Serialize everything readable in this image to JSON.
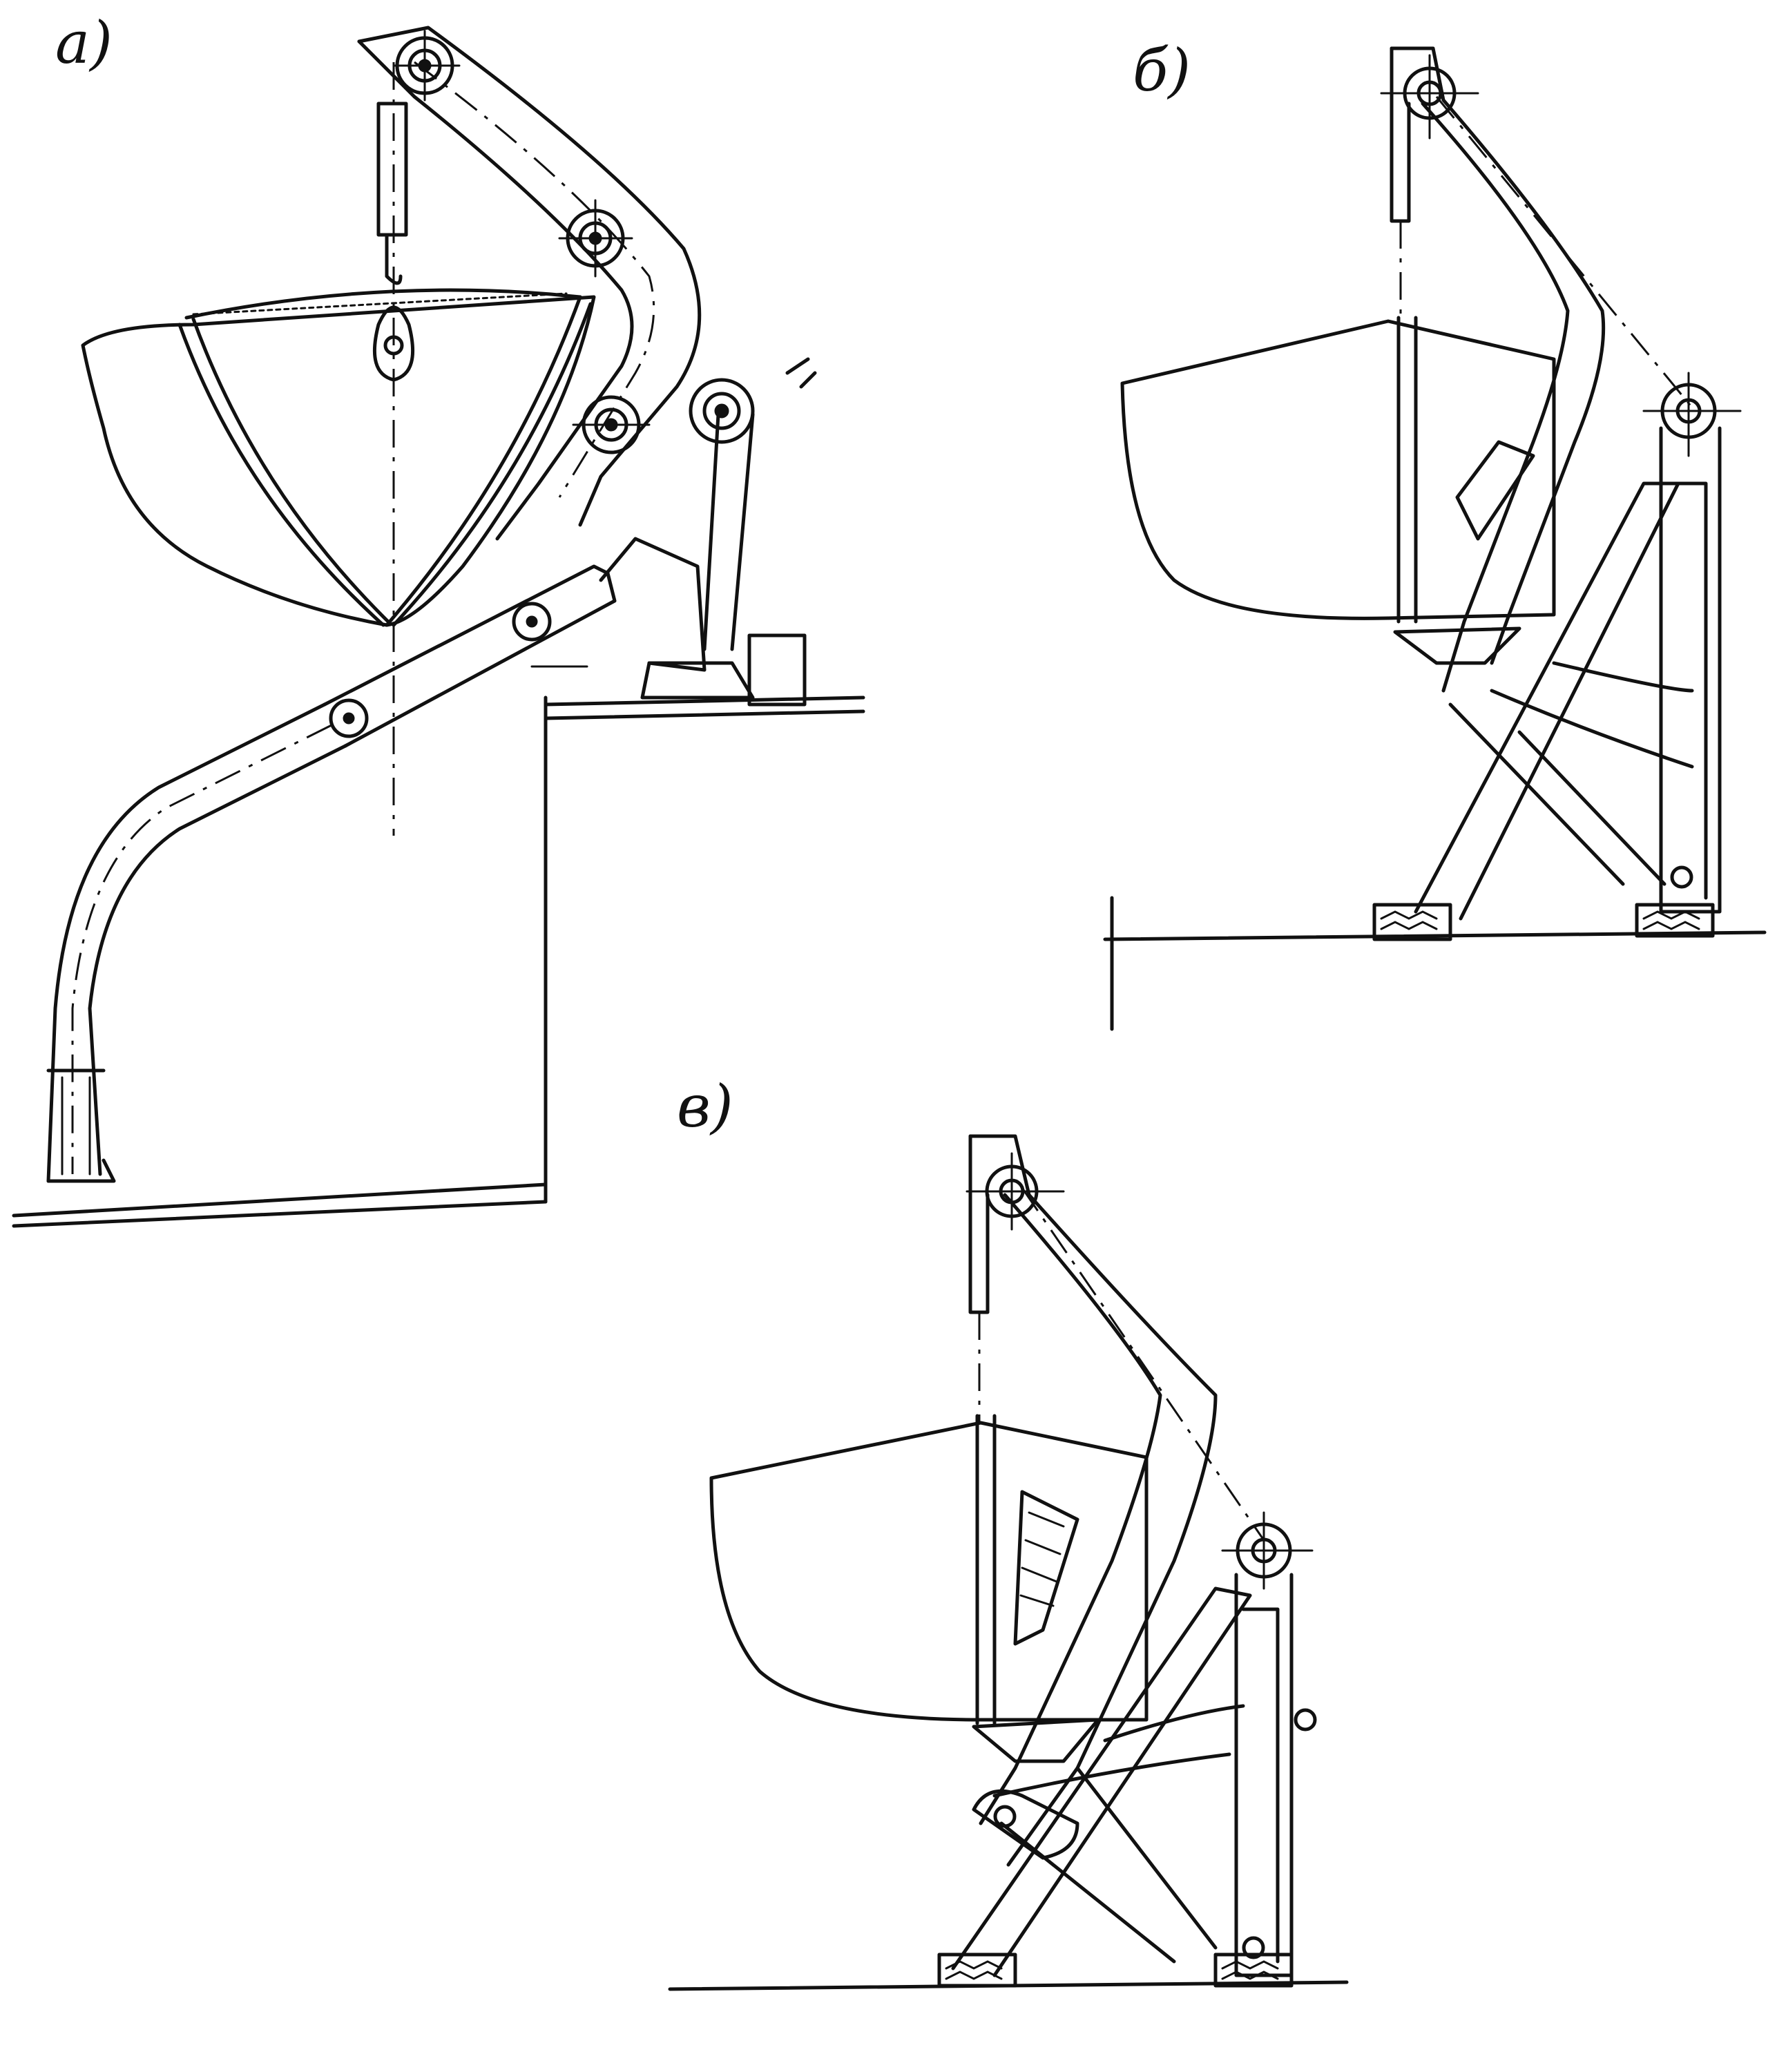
{
  "panels": [
    {
      "id": "a",
      "label": "а)"
    },
    {
      "id": "b",
      "label": "б)"
    },
    {
      "id": "c",
      "label": "в)"
    }
  ]
}
